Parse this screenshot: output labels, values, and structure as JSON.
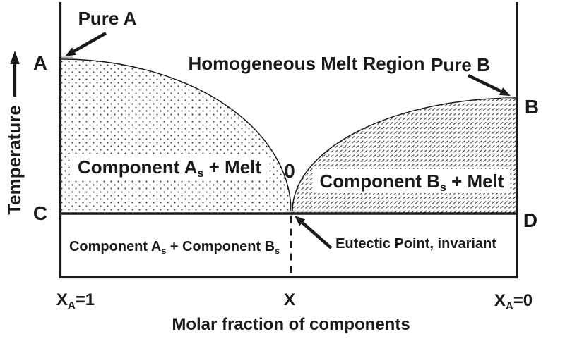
{
  "colors": {
    "ink": "#1a1a1a",
    "background": "#ffffff",
    "gray_tick": "#a8a8a8"
  },
  "y_axis": {
    "label": "Temperature"
  },
  "x_axis": {
    "label": "Molar fraction of components",
    "tick_left": {
      "base": "X",
      "sub": "A",
      "rest": "=1"
    },
    "tick_middle": "X",
    "tick_right": {
      "base": "X",
      "sub": "A",
      "rest": "=0"
    }
  },
  "points": {
    "a": "A",
    "b": "B",
    "c": "C",
    "d": "D",
    "eutectic_origin": "0"
  },
  "annotations": {
    "pure_a": "Pure A",
    "pure_b": "Pure B",
    "eutectic": "Eutectic Point, invariant"
  },
  "regions": {
    "homogeneous_melt": "Homogeneous Melt Region",
    "a_plus_melt": {
      "base": "Component A",
      "sub": "s",
      "rest": " + Melt"
    },
    "b_plus_melt": {
      "base": "Component B",
      "sub": "s",
      "rest": " + Melt"
    },
    "solid_mixture": {
      "base": "Component A",
      "sub": "s",
      "rest": " + Component B",
      "sub2": "s"
    }
  }
}
